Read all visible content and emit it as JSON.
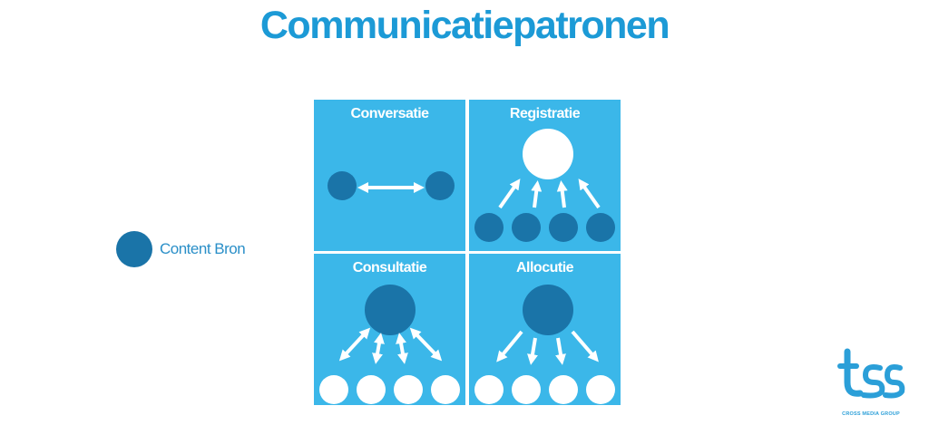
{
  "title": "Communicatiepatronen",
  "legend": {
    "label": "Content Bron"
  },
  "quadrants": [
    {
      "label": "Conversatie"
    },
    {
      "label": "Registratie"
    },
    {
      "label": "Consultatie"
    },
    {
      "label": "Allocutie"
    }
  ],
  "logo": {
    "text": "CROSS MEDIA GROUP"
  },
  "colors": {
    "title": "#1C9AD6",
    "panel": "#3BB7E9",
    "source_node": "#1A74A8",
    "light_node": "#FFFFFF",
    "arrow": "#FFFFFF",
    "legend_text": "#2A8FC8",
    "logo": "#2B9FD8"
  }
}
